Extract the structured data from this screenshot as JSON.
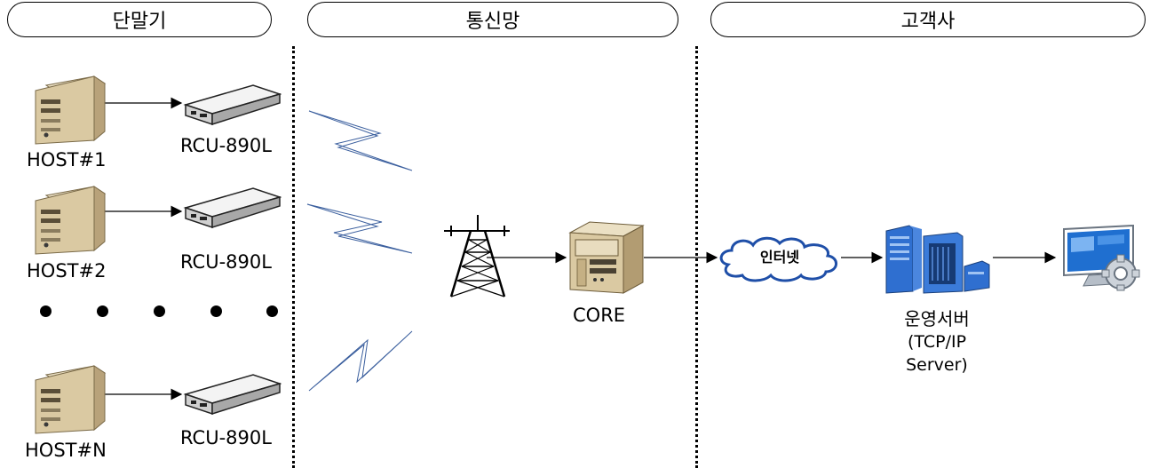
{
  "sections": {
    "terminal": "단말기",
    "network": "통신망",
    "customer": "고객사"
  },
  "hosts": [
    {
      "host_label": "HOST#1",
      "rcu_label": "RCU-890L"
    },
    {
      "host_label": "HOST#2",
      "rcu_label": "RCU-890L"
    },
    {
      "host_label": "HOST#N",
      "rcu_label": "RCU-890L"
    }
  ],
  "network": {
    "core_label": "CORE",
    "internet_label": "인터넷"
  },
  "server": {
    "name": "운영서버",
    "detail_line1": "(TCP/IP",
    "detail_line2": "Server)"
  },
  "icons": [
    "host-computer-icon",
    "rcu-modem-icon",
    "radio-tower-icon",
    "core-server-icon",
    "cloud-icon",
    "server-rack-icon",
    "monitor-gear-icon"
  ],
  "colors": {
    "lightning": "#3b5f9e",
    "server_blue": "#2f6fd0",
    "beige": "#dac9a2"
  }
}
